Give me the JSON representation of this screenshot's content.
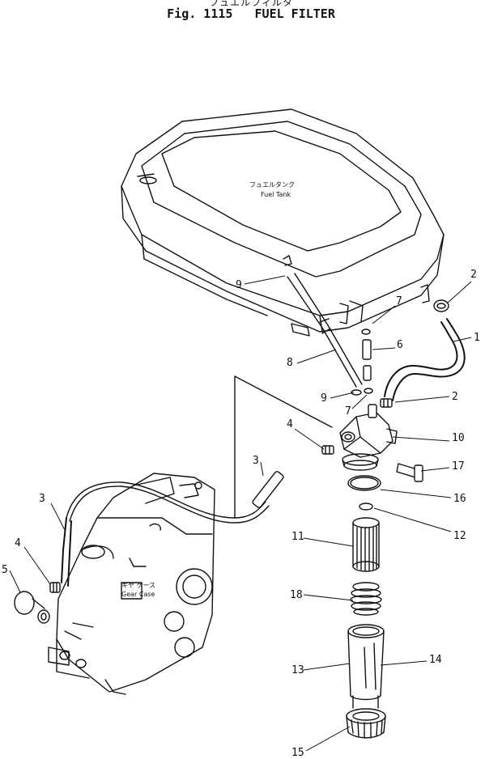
{
  "figure": {
    "subtitle_jp": "フュエルフィルタ",
    "figure_number": "Fig. 1115",
    "title": "FUEL FILTER"
  },
  "labels": {
    "fuel_tank_jp": "フュエルタンク",
    "fuel_tank_en": "Fuel Tank",
    "gear_case_jp": "ギヤ ケース",
    "gear_case_en": "Gear Case"
  },
  "callouts": [
    "1",
    "2",
    "2",
    "3",
    "3",
    "4",
    "4",
    "5",
    "6",
    "7",
    "7",
    "8",
    "9",
    "9",
    "10",
    "11",
    "12",
    "13",
    "14",
    "15",
    "16",
    "17",
    "18"
  ]
}
